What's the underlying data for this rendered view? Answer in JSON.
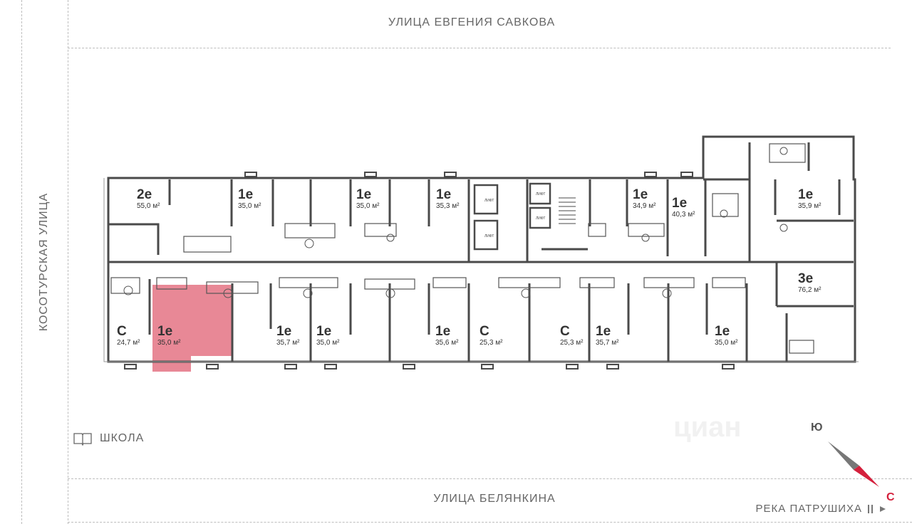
{
  "streets": {
    "top": "УЛИЦА ЕВГЕНИЯ САВКОВА",
    "bottom": "УЛИЦА БЕЛЯНКИНА",
    "left": "КОСОТУРСКАЯ УЛИЦА"
  },
  "landmarks": {
    "school": "ШКОЛА",
    "school_icon": "book-icon",
    "river": "РЕКА ПАТРУШИХА"
  },
  "compass": {
    "north": "Ю",
    "south": "С"
  },
  "watermark": "циан",
  "lift_label": "ЛИФТ",
  "highlight_color": "#e88896",
  "apartments": {
    "a1": {
      "type": "2е",
      "area": "55,0 м²"
    },
    "a2": {
      "type": "1е",
      "area": "35,0 м²"
    },
    "a3": {
      "type": "1е",
      "area": "35,0 м²"
    },
    "a4": {
      "type": "1е",
      "area": "35,3 м²"
    },
    "a5": {
      "type": "1е",
      "area": "34,9 м²"
    },
    "a6": {
      "type": "1е",
      "area": "40,3 м²"
    },
    "a7": {
      "type": "1е",
      "area": "35,9 м²"
    },
    "a8": {
      "type": "3е",
      "area": "76,2 м²"
    },
    "a9": {
      "type": "С",
      "area": "24,7 м²"
    },
    "a10": {
      "type": "1е",
      "area": "35,0 м²"
    },
    "a11": {
      "type": "1е",
      "area": "35,7 м²"
    },
    "a12": {
      "type": "1е",
      "area": "35,0 м²"
    },
    "a13": {
      "type": "1е",
      "area": "35,6 м²"
    },
    "a14": {
      "type": "С",
      "area": "25,3 м²"
    },
    "a15": {
      "type": "С",
      "area": "25,3 м²"
    },
    "a16": {
      "type": "1е",
      "area": "35,7 м²"
    },
    "a17": {
      "type": "1е",
      "area": "35,0 м²"
    }
  }
}
